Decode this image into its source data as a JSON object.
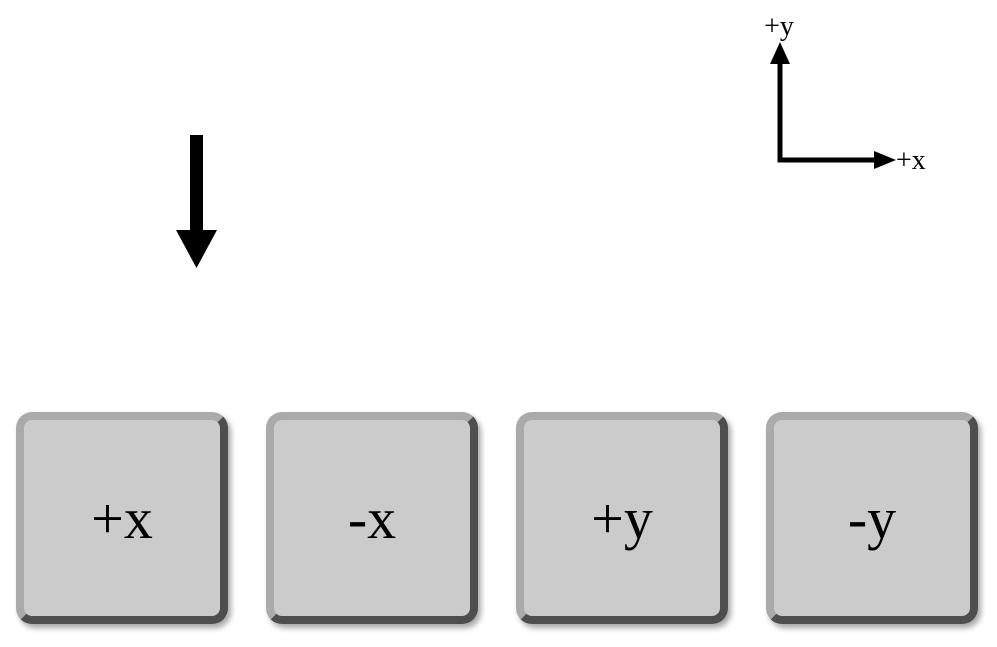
{
  "axes_legend": {
    "x_label": "+x",
    "y_label": "+y"
  },
  "arrow": {
    "direction": "down",
    "icon": "arrow-down-icon"
  },
  "keys": [
    {
      "label": "+x"
    },
    {
      "label": "-x"
    },
    {
      "label": "+y"
    },
    {
      "label": "-y"
    }
  ],
  "colors": {
    "key_face": "#cbcbcb",
    "key_highlight": "#aaaaaa",
    "key_shadow": "#4e4e4e",
    "ink": "#000000"
  }
}
